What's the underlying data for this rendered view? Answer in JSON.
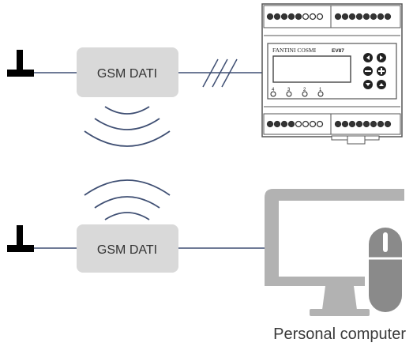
{
  "modem_top": {
    "label": "GSM DATI"
  },
  "modem_bottom": {
    "label": "GSM DATI"
  },
  "device": {
    "brand": "FANTINI COSMI",
    "model": "EV87",
    "channels": [
      "4",
      "3",
      "2",
      "1"
    ]
  },
  "computer": {
    "caption": "Personal computer"
  },
  "colors": {
    "line": "#3f4f73",
    "modem_fill": "#d9d9d9",
    "pc_fill": "#b2b2b2",
    "mouse_fill": "#8a8a8a"
  }
}
